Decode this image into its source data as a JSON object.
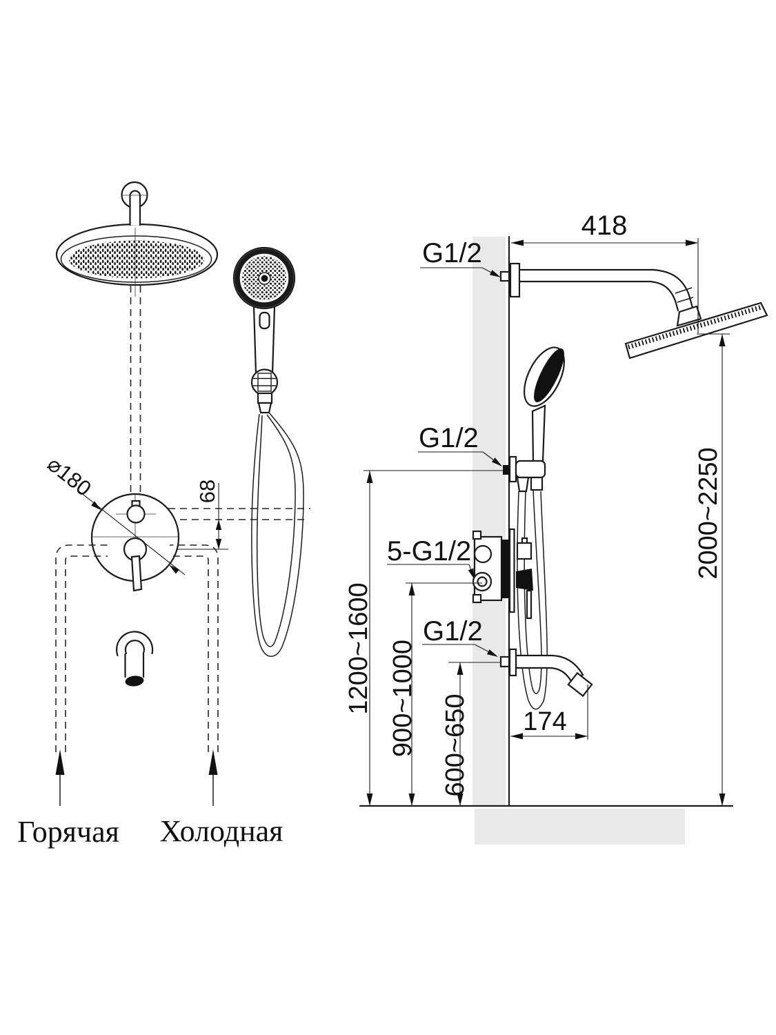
{
  "title": "Схема установки душевой системы",
  "colors": {
    "line": "#1a1a1a",
    "dark_fill": "#111111",
    "wall_gray": "#e9e9e9"
  },
  "front_view": {
    "dim_plate_diameter": "⌀180",
    "dim_outlet_offset": "68",
    "label_hot_supply": "Горячая",
    "label_cold_supply": "Холодная"
  },
  "side_view": {
    "dim_arm_length": "418",
    "thread_arm": "G1/2",
    "thread_holder": "G1/2",
    "thread_valve": "5-G1/2",
    "thread_spout": "G1/2",
    "dim_overall_height": "2000~2250",
    "dim_holder_height": "1200~1600",
    "dim_valve_height": "900~1000",
    "dim_spout_height": "600~650",
    "dim_spout_reach": "174"
  }
}
